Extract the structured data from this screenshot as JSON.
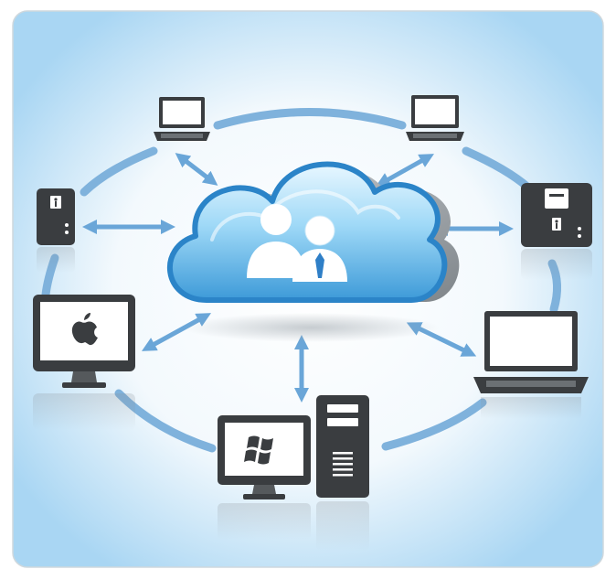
{
  "diagram": {
    "colors": {
      "frame_border": "#cfd8dd",
      "background_center": "#ffffff",
      "background_edge": "#a9d6f3",
      "ring": "#7fb2dc",
      "arrow": "#6aa6d8",
      "cloud_light": "#d9f1ff",
      "cloud_mid": "#8fd1f5",
      "cloud_dark": "#3d9ad8",
      "cloud_outline": "#2b84c8",
      "cloud_shadow": "#8e9499",
      "device_dark": "#3a3d40",
      "device_mid": "#55595c",
      "screen_white": "#ffffff",
      "tie": "#2f7fc7"
    },
    "center": {
      "name": "cloud",
      "icon": "users-cloud-icon"
    },
    "devices": [
      {
        "name": "laptop-top-left",
        "icon": "laptop-icon"
      },
      {
        "name": "laptop-top-right",
        "icon": "laptop-icon"
      },
      {
        "name": "nas-small-left",
        "icon": "nas-drive-icon"
      },
      {
        "name": "nas-large-right",
        "icon": "nas-server-icon"
      },
      {
        "name": "mac-monitor",
        "icon": "apple-logo-icon"
      },
      {
        "name": "laptop-right",
        "icon": "laptop-icon"
      },
      {
        "name": "windows-pc",
        "icon": "windows-logo-icon"
      },
      {
        "name": "pc-tower",
        "icon": "tower-icon"
      }
    ]
  }
}
